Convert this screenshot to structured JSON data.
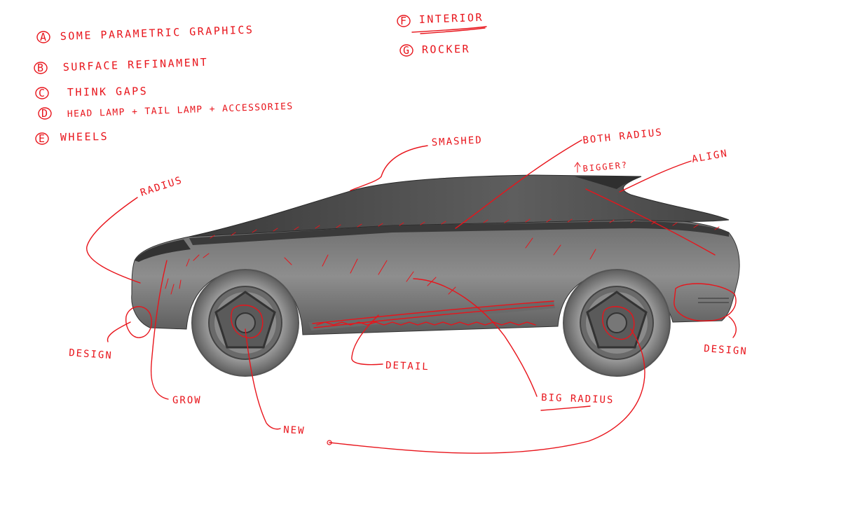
{
  "notes_left": [
    {
      "letter": "A",
      "text": "SOME PARAMETRIC GRAPHICS"
    },
    {
      "letter": "B",
      "text": "SURFACE REFINAMENT"
    },
    {
      "letter": "C",
      "text": "THINK GAPS"
    },
    {
      "letter": "D",
      "text": "HEAD LAMP + TAIL LAMP + ACCESSORIES"
    },
    {
      "letter": "E",
      "text": "WHEELS"
    }
  ],
  "notes_right": [
    {
      "letter": "F",
      "text": "INTERIOR"
    },
    {
      "letter": "G",
      "text": "ROCKER"
    }
  ],
  "labels": {
    "smashed": "SMASHED",
    "both_radius": "BOTH RADIUS",
    "bigger": "BIGGER?",
    "align": "ALIGN",
    "radius": "RADIUS",
    "design_front": "DESIGN",
    "design_rear": "DESIGN",
    "grow": "GROW",
    "new": "NEW",
    "detail": "DETAIL",
    "big_radius": "BIG RADIUS"
  },
  "colors": {
    "ink": "#e8141b",
    "body_dark": "#4a4a4a",
    "body_mid": "#8a8a8a",
    "tire": "#7a7a7a"
  }
}
